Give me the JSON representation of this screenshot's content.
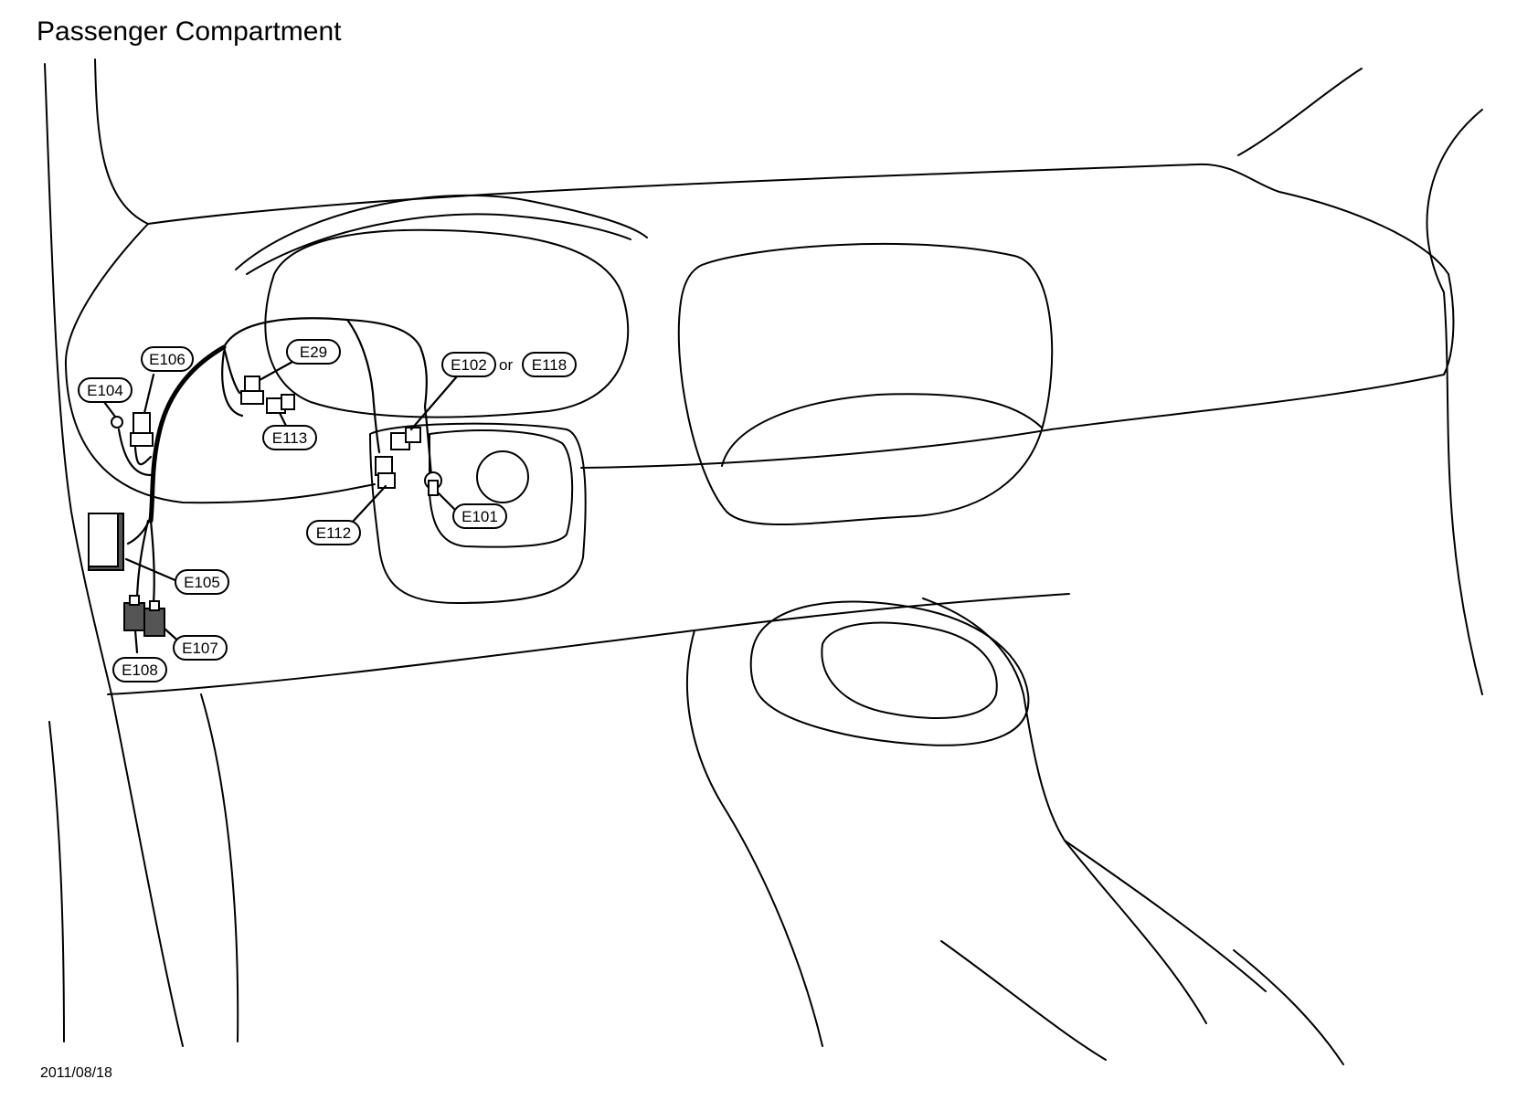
{
  "title": "Passenger Compartment",
  "date": "2011/08/18",
  "connector_labels": {
    "e106": "E106",
    "e104": "E104",
    "e29": "E29",
    "e113": "E113",
    "e102": "E102",
    "or": "or",
    "e118": "E118",
    "e112": "E112",
    "e101": "E101",
    "e105": "E105",
    "e107": "E107",
    "e108": "E108"
  }
}
